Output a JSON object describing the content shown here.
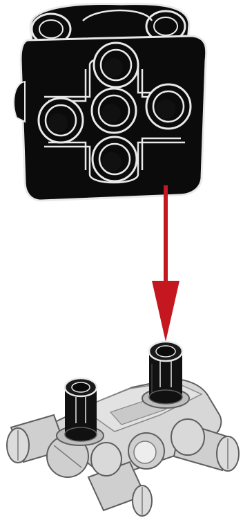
{
  "diagram": {
    "type": "assembly-instruction-step",
    "colors": {
      "background": "#ffffff",
      "dark_part_fill": "#0b0b0b",
      "dark_part_edge": "#e9e9e9",
      "arrow": "#c4171f",
      "light_part_fill": "#d7d7d7",
      "light_part_shadow": "#9f9f9f",
      "light_part_edge": "#5e5e5e",
      "pin_dark": "#111111"
    },
    "parts": [
      {
        "name": "black-double-cross-block",
        "icon": "technic-cross-block-icon"
      },
      {
        "name": "gray-axle-pin-connector",
        "icon": "technic-pin-connector-icon"
      }
    ],
    "motion": {
      "direction": "down",
      "icon": "red-arrow-down-icon"
    }
  }
}
